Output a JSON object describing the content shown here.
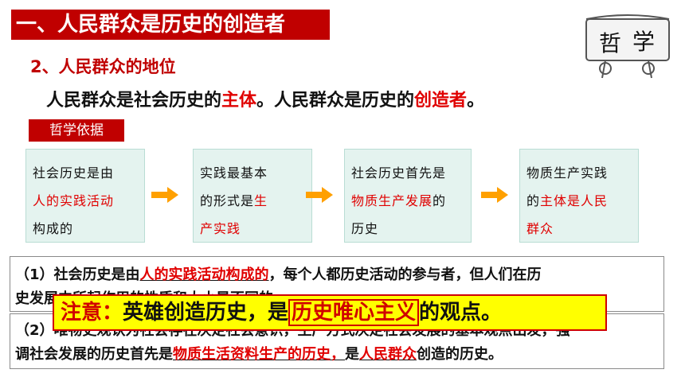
{
  "title": "一、人民群众是历史的创造者",
  "badge": {
    "chars": [
      "哲",
      "学"
    ]
  },
  "subheading": "2、人民群众的地位",
  "main_sentence": {
    "p1": "人民群众是社会历史的",
    "h1": "主体",
    "p2": "。人民群众是历史的",
    "h2": "创造者",
    "p3": "。"
  },
  "basis_label": "哲学依据",
  "steps": [
    {
      "a": "社会历史是由",
      "b": "人的实践活动",
      "c": "构成的"
    },
    {
      "a": "实践最基本",
      "b": "的形式是",
      "c": "生",
      "d": "产实践"
    },
    {
      "a": "社会历史首先是",
      "b": "物质生产发展",
      "c": "的",
      "d": "历史"
    },
    {
      "a": "物质生产实践",
      "b": "的",
      "c": "主体是人民",
      "d": "群众"
    }
  ],
  "para1": {
    "l1a": "（1）社会历史是由",
    "l1b": "人的实践活动构成的",
    "l1c": "，每个人都历史活动的参与者，但人们在历",
    "l2": "史发展中所起作用的性质和大小是不同的。"
  },
  "para2": {
    "l1": "（2）唯物史观认为社会存在决定社会意识，生产方式决定社会发展的基本观点出发，强",
    "l2a": "调社会发展的历史首先是",
    "l2b": "物质生活资料生产的历史，",
    "l2c": "是",
    "l2d": "人民群众",
    "l2e": "创造的历史。"
  },
  "note": {
    "a": "注意：",
    "b": "英雄创造历史，是",
    "c": "历史唯心主义",
    "d": "的观点。"
  },
  "colors": {
    "brand_red": "#c00000",
    "highlight_yellow": "#ffff00",
    "step_bg": "#e4f3ef",
    "arrow_orange": "#ffa000"
  }
}
